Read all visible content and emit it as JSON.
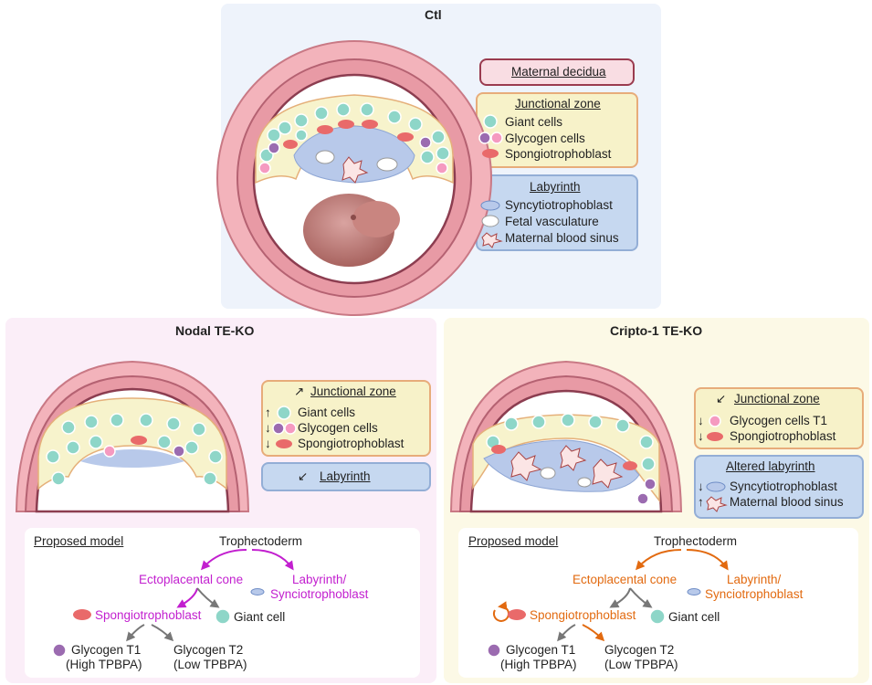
{
  "ctl": {
    "title": "Ctl",
    "maternal_decidua": "Maternal decidua",
    "junctional_zone": "Junctional zone",
    "giant_cells": "Giant cells",
    "glycogen_cells": "Glycogen cells",
    "spongiotrophoblast": "Spongiotrophoblast",
    "labyrinth": "Labyrinth",
    "syncytiotrophoblast": "Syncytiotrophoblast",
    "fetal_vasculature": "Fetal vasculature",
    "maternal_blood_sinus": "Maternal blood sinus"
  },
  "nodal": {
    "title": "Nodal TE-KO",
    "junctional_zone": "Junctional zone",
    "giant_cells": "Giant cells",
    "glycogen_cells": "Glycogen cells",
    "spongiotrophoblast": "Spongiotrophoblast",
    "labyrinth": "Labyrinth",
    "model": {
      "title": "Proposed model",
      "trophectoderm": "Trophectoderm",
      "ectoplacental_cone": "Ectoplacental cone",
      "labyrinth_1": "Labyrinth/",
      "labyrinth_2": "Synciotrophoblast",
      "spongiotrophoblast": "Spongiotrophoblast",
      "giant_cell": "Giant cell",
      "glycogen_t1": "Glycogen T1",
      "glycogen_t1_sub": "(High TPBPA)",
      "glycogen_t2": "Glycogen T2",
      "glycogen_t2_sub": "(Low TPBPA)"
    }
  },
  "cripto": {
    "title": "Cripto-1 TE-KO",
    "junctional_zone": "Junctional zone",
    "glycogen_cells_t1": "Glycogen cells T1",
    "spongiotrophoblast": "Spongiotrophoblast",
    "altered_labyrinth": "Altered labyrinth",
    "syncytiotrophoblast": "Syncytiotrophoblast",
    "maternal_blood_sinus": "Maternal blood sinus",
    "model": {
      "title": "Proposed model",
      "trophectoderm": "Trophectoderm",
      "ectoplacental_cone": "Ectoplacental cone",
      "labyrinth_1": "Labyrinth/",
      "labyrinth_2": "Synciotrophoblast",
      "spongiotrophoblast": "Spongiotrophoblast",
      "giant_cell": "Giant cell",
      "glycogen_t1": "Glycogen T1",
      "glycogen_t1_sub": "(High TPBPA)",
      "glycogen_t2": "Glycogen T2",
      "glycogen_t2_sub": "(Low TPBPA)"
    }
  },
  "symbols": {
    "up": "↑",
    "down": "↓",
    "up_right": "↗",
    "down_left": "↙"
  },
  "colors": {
    "decidua": "#f4b3bd",
    "junctional": "#f5f2c9",
    "labyrinth": "#b9c9ea",
    "giant_cell": "#8ed6c8",
    "glycogen_cell": "#9b6bb0",
    "glycogen_pink": "#f59ac0",
    "spongio": "#e96a6a",
    "nodal_accent": "#c21fcf",
    "cripto_accent": "#e26a10"
  }
}
